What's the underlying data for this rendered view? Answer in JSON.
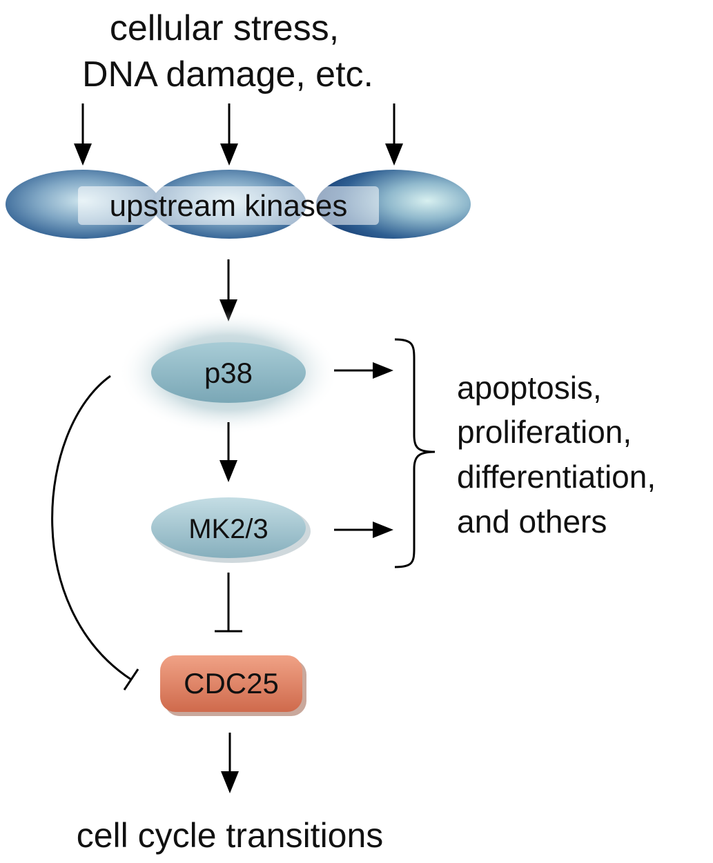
{
  "diagram": {
    "stimulus_lines": [
      "cellular stress,",
      "DNA damage, etc."
    ],
    "upstream_label": "upstream kinases",
    "p38_label": "p38",
    "mk_label": "MK2/3",
    "cdc25_label": "CDC25",
    "outcome_lines": [
      "apoptosis,",
      "proliferation,",
      "differentiation,",
      "and others"
    ],
    "final_label": "cell cycle transitions"
  },
  "colors": {
    "kinase_dark": "#1f4f86",
    "kinase_light": "#cfe8ee",
    "p38_fill": "#8fbac6",
    "p38_glow": "#a6c4cc",
    "mk_fill": "#9cbec8",
    "cdc25_fill": "#dc7a5c",
    "line": "#000000"
  }
}
